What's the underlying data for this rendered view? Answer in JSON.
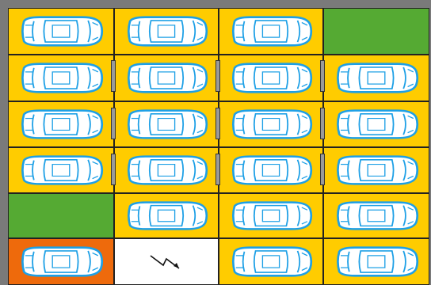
{
  "game": {
    "colors": {
      "board_frame": "#7a7a7a",
      "tile_yellow": "#ffcc00",
      "tile_green": "#55aa33",
      "tile_orange": "#ee6a0c",
      "tile_white": "#ffffff",
      "car_stroke": "#1ea0e6",
      "car_fill": "#ffffff",
      "divider": "#9a9a9a"
    },
    "grid": {
      "rows": 6,
      "cols": 4,
      "cells": [
        [
          "car",
          "car",
          "car",
          "empty-green"
        ],
        [
          "car",
          "car",
          "car",
          "car"
        ],
        [
          "car",
          "car",
          "car",
          "car"
        ],
        [
          "car",
          "car",
          "car",
          "car"
        ],
        [
          "empty-green",
          "car",
          "car",
          "car"
        ],
        [
          "selected-car",
          "empty-white",
          "car",
          "car"
        ]
      ]
    },
    "empty_slot_icon": "arrow-zigzag-icon"
  }
}
